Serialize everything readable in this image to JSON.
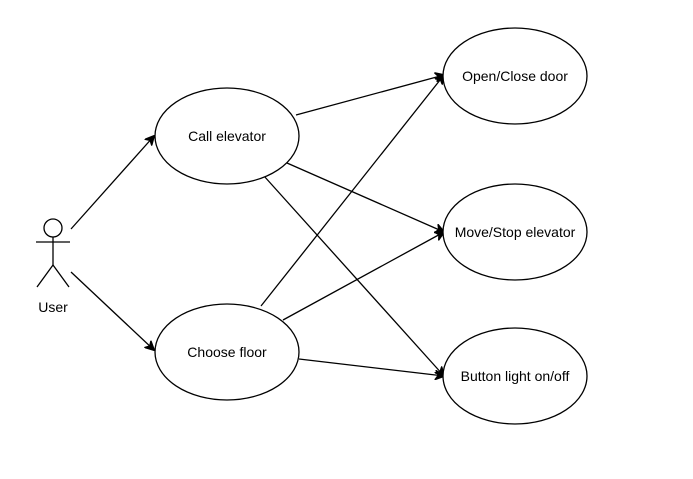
{
  "actor": {
    "label": "User"
  },
  "use_cases": {
    "call_elevator": "Call elevator",
    "choose_floor": "Choose floor",
    "open_close_door": "Open/Close door",
    "move_stop_elevator": "Move/Stop elevator",
    "button_light": "Button light on/off"
  },
  "colors": {
    "stroke": "#000000",
    "fill": "#ffffff",
    "text": "#000000"
  }
}
